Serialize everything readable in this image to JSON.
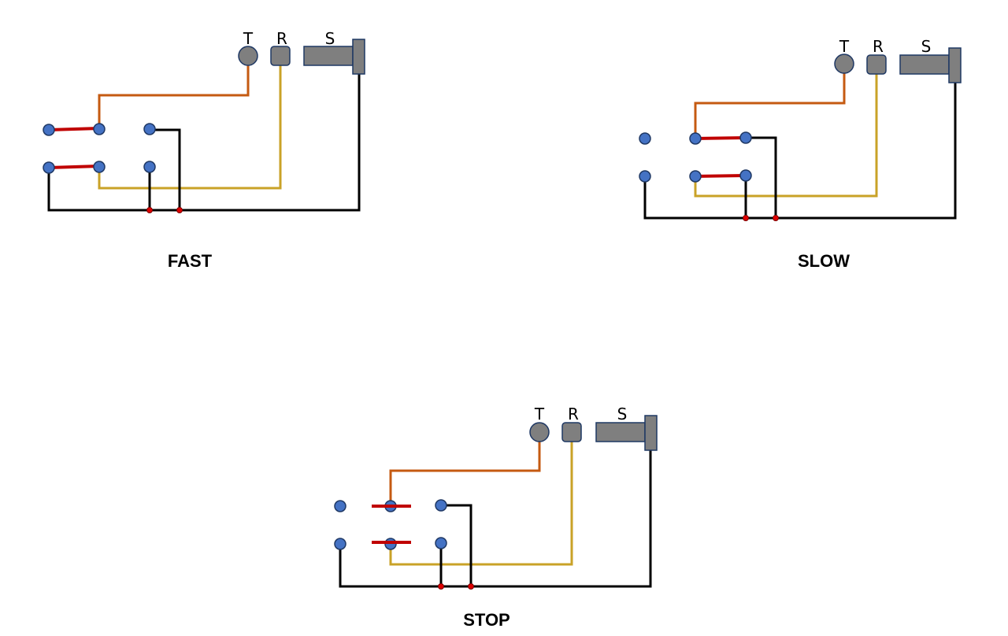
{
  "colors": {
    "tip_wire": "#c55a11",
    "ring_wire": "#c9a227",
    "ground_wire": "#000000",
    "switch_bar": "#c00000",
    "contact": "#4472c4",
    "junction": "#e00000",
    "jack_part": "#7f7f7f"
  },
  "terminal_labels": {
    "tip": "T",
    "ring": "R",
    "sleeve": "S"
  },
  "diagrams": [
    {
      "key": "fast",
      "title": "FAST",
      "switch_position": "left"
    },
    {
      "key": "slow",
      "title": "SLOW",
      "switch_position": "right"
    },
    {
      "key": "stop",
      "title": "STOP",
      "switch_position": "middle"
    }
  ]
}
